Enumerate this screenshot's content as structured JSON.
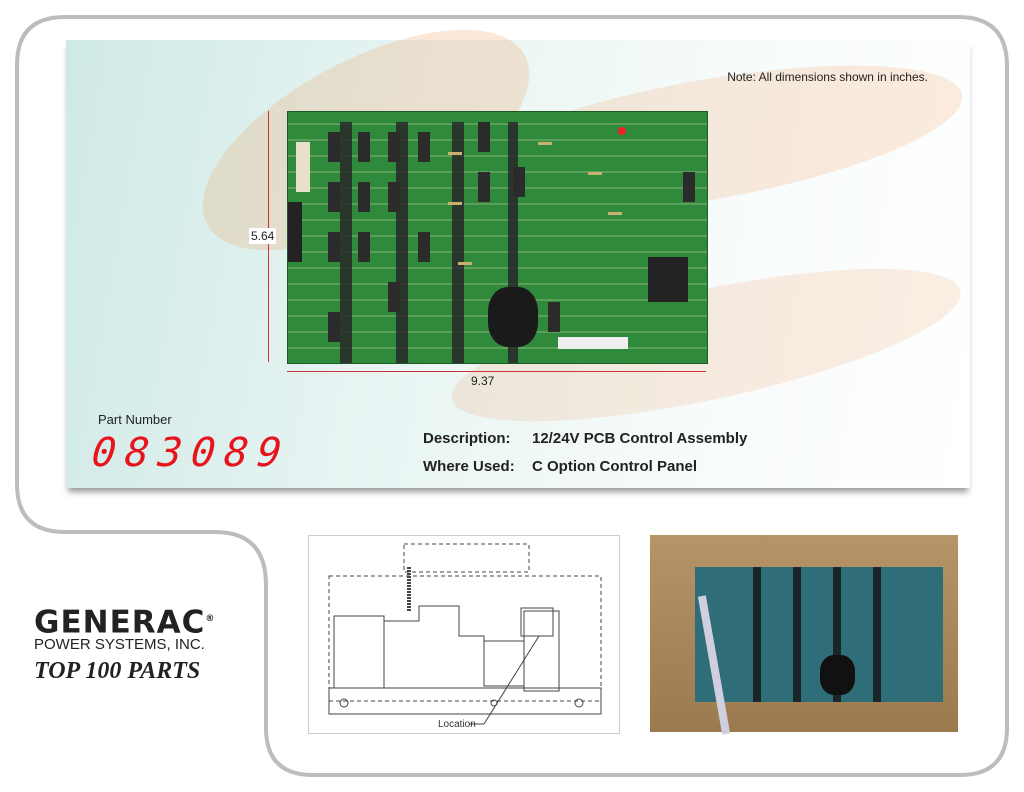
{
  "note": "Note: All dimensions shown in inches.",
  "dimensions": {
    "width": "9.37",
    "height": "5.64"
  },
  "part": {
    "label": "Part Number",
    "number": "083089"
  },
  "description": {
    "label": "Description:",
    "value": "12/24V PCB Control Assembly"
  },
  "where_used": {
    "label": "Where Used:",
    "value": "C Option Control Panel"
  },
  "brand": {
    "name": "GENERAC",
    "reg": "®",
    "subtitle": "POWER SYSTEMS, INC.",
    "tagline": "TOP 100 PARTS"
  },
  "diagram": {
    "location_label": "Location"
  },
  "colors": {
    "part_number": "#e8141c",
    "pcb": "#2f8a3c",
    "swoosh": "#f0a064"
  }
}
